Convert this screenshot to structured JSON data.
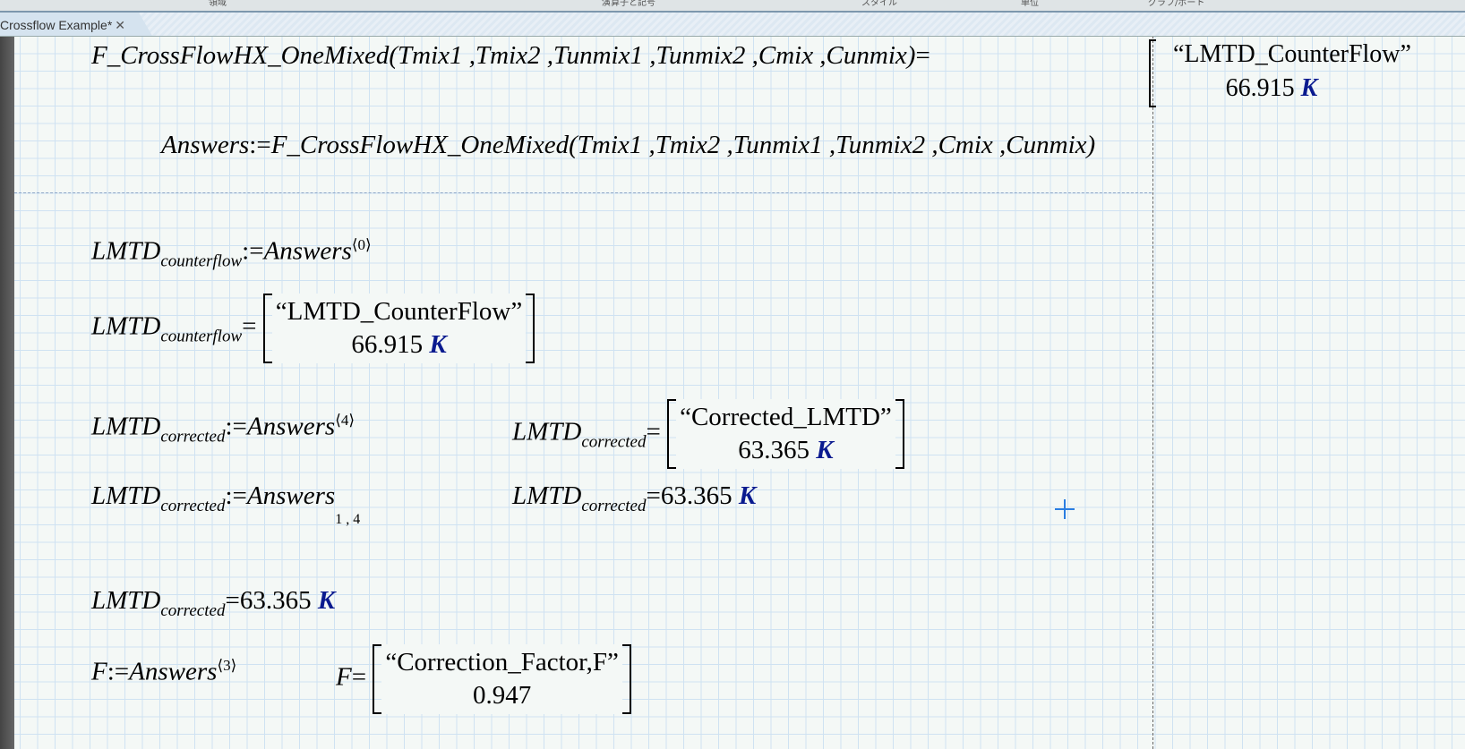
{
  "ribbon": {
    "items": [
      "領域",
      "演算子と記号",
      "スタイル",
      "単位",
      "グラフ/ポート"
    ]
  },
  "tab": {
    "title": "Crossflow Example*",
    "close": "✕"
  },
  "regions": {
    "fdef": {
      "lhs": "F_CrossFlowHX_OneMixed",
      "args": "(Tmix1 ,Tmix2 ,Tunmix1 ,Tunmix2 ,Cmix ,Cunmix)",
      "op": "=",
      "r1": "“LMTD_CounterFlow”",
      "r2": "66.915",
      "unit": "K"
    },
    "answers": {
      "lhs": "Answers",
      "op": ":=",
      "rhs": "F_CrossFlowHX_OneMixed",
      "args": "(Tmix1 ,Tmix2 ,Tunmix1 ,Tunmix2 ,Cmix ,Cunmix)"
    },
    "lmtd_cf_def": {
      "base": "LMTD",
      "sub": "counterflow",
      "op": ":=",
      "rhs": "Answers",
      "sup": "⟨0⟩"
    },
    "lmtd_cf_eval": {
      "base": "LMTD",
      "sub": "counterflow",
      "op": "=",
      "r1": "“LMTD_CounterFlow”",
      "r2": "66.915",
      "unit": "K"
    },
    "lmtd_c_def1": {
      "base": "LMTD",
      "sub": "corrected",
      "op": ":=",
      "rhs": "Answers",
      "sup": "⟨4⟩"
    },
    "lmtd_c_eval1": {
      "base": "LMTD",
      "sub": "corrected",
      "op": "=",
      "r1": "“Corrected_LMTD”",
      "r2": "63.365",
      "unit": "K"
    },
    "lmtd_c_def2": {
      "base": "LMTD",
      "sub": "corrected",
      "op": ":=",
      "rhs": "Answers",
      "idx": "1 , 4"
    },
    "lmtd_c_eval2": {
      "base": "LMTD",
      "sub": "corrected",
      "op": "=",
      "val": "63.365",
      "unit": "K"
    },
    "lmtd_c_eval3": {
      "base": "LMTD",
      "sub": "corrected",
      "op": "=",
      "val": "63.365",
      "unit": "K"
    },
    "f_def": {
      "lhs": "F",
      "op": ":=",
      "rhs": "Answers",
      "sup": "⟨3⟩"
    },
    "f_eval": {
      "lhs": "F",
      "op": "=",
      "r1": "“Correction_Factor,F”",
      "r2": "0.947"
    }
  }
}
